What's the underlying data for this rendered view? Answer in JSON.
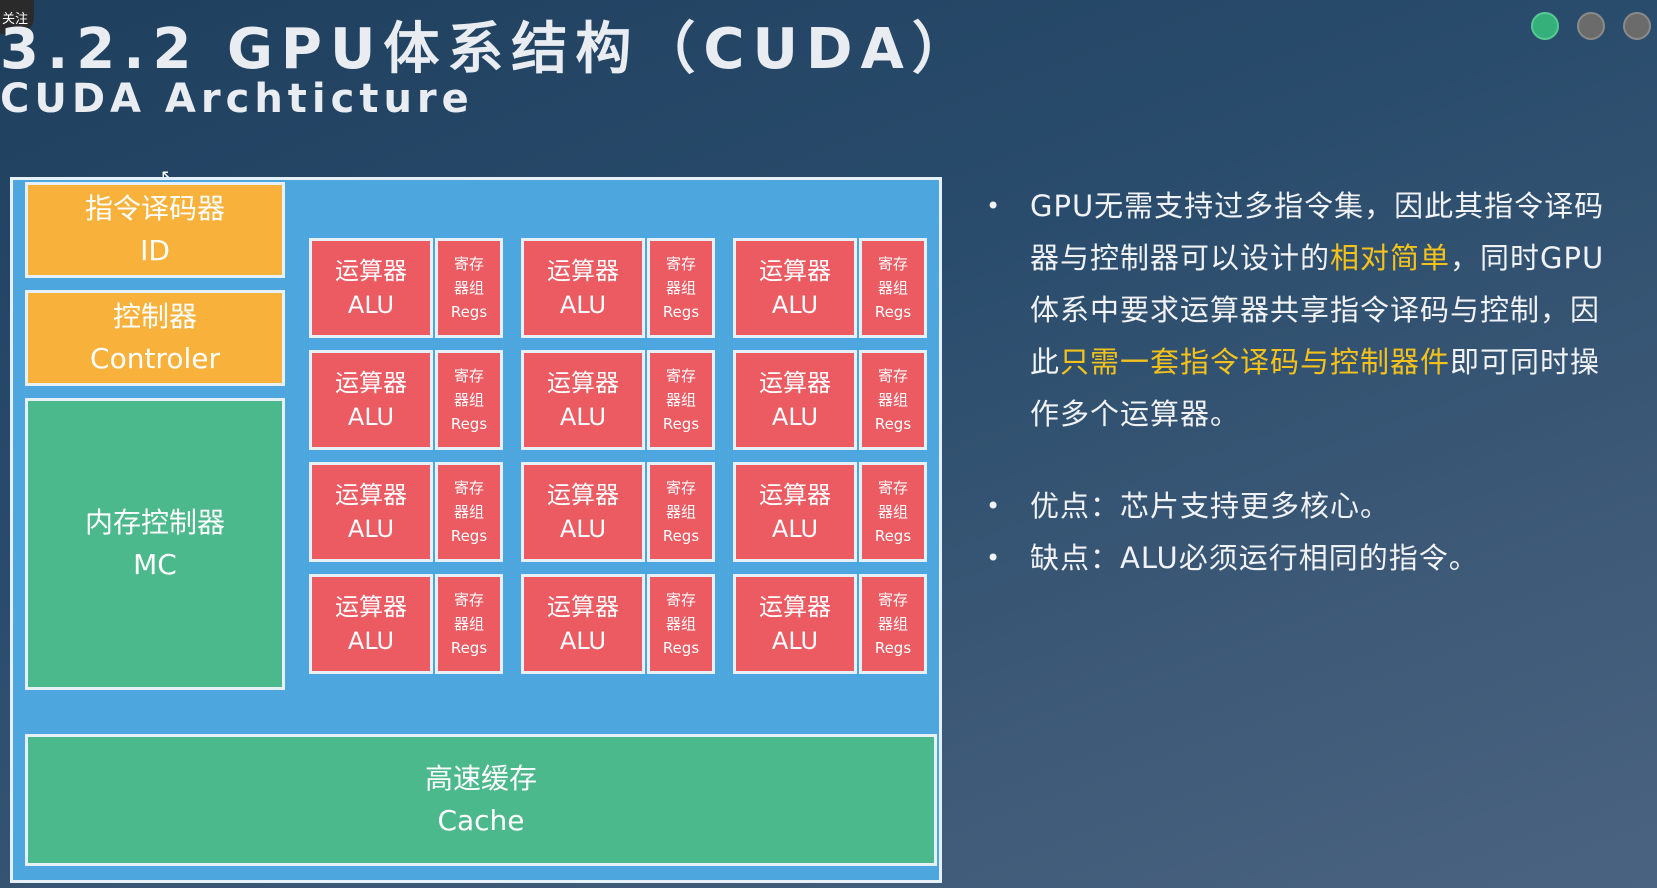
{
  "badge": "关注",
  "title": "3.2.2  GPU体系结构（CUDA）",
  "subtitle": "CUDA Archticture",
  "diagram": {
    "decoder": {
      "cn": "指令译码器",
      "en": "ID"
    },
    "controller": {
      "cn": "控制器",
      "en": "Controler"
    },
    "mc": {
      "cn": "内存控制器",
      "en": "MC"
    },
    "cache": {
      "cn": "高速缓存",
      "en": "Cache"
    },
    "alu": {
      "cn": "运算器",
      "en": "ALU"
    },
    "regs": {
      "l1": "寄存",
      "l2": "器组",
      "l3": "Regs"
    }
  },
  "bullets": {
    "b1_part1": "GPU无需支持过多指令集，因此其指令译码器与控制器可以设计的",
    "b1_hl1": "相对简单",
    "b1_part2": "，同时GPU体系中要求运算器共享指令译码与控制，因此",
    "b1_hl2": "只需一套指令译码与控制器件",
    "b1_part3": "即可同时操作多个运算器。",
    "b2": "优点：芯片支持更多核心。",
    "b3": "缺点：ALU必须运行相同的指令。"
  },
  "colors": {
    "background": "#2a4c6c",
    "diagram_bg": "#4ea6df",
    "orange": "#f8b23c",
    "green": "#4cb98c",
    "alu_red": "#ec5a62",
    "highlight": "#f4c21a",
    "active_dot": "#35b07a"
  }
}
